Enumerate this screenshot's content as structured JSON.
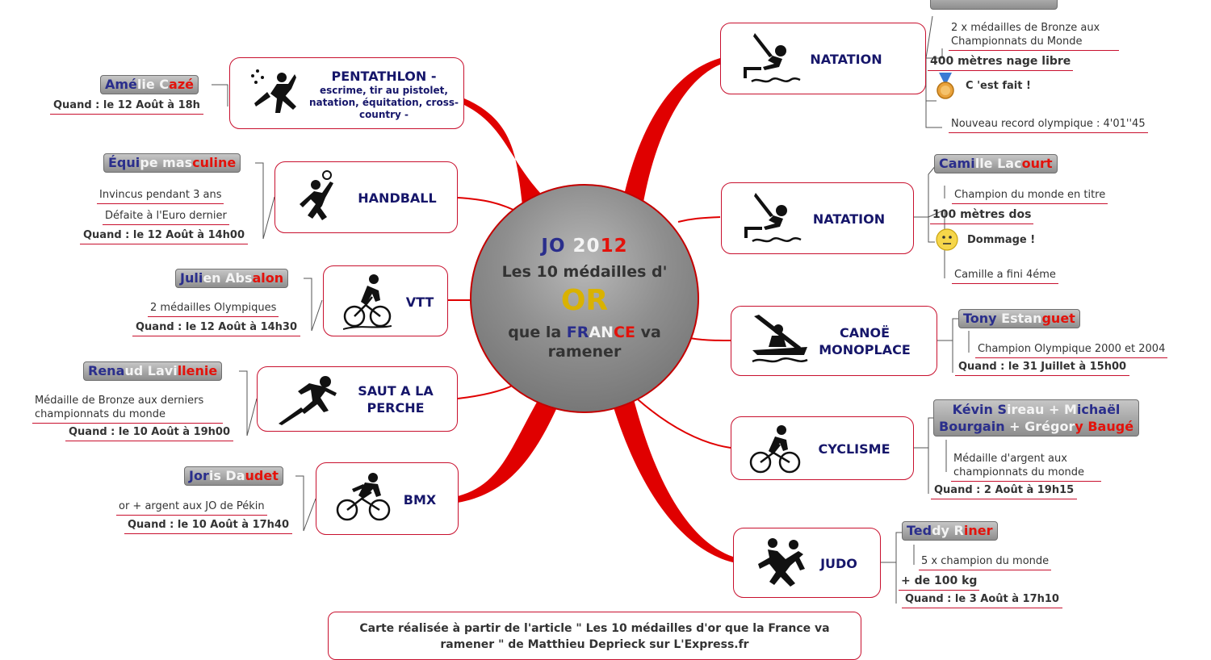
{
  "center": {
    "title_a": "JO",
    "title_b": "20",
    "title_c": "12",
    "line2": "Les 10 médailles d'",
    "line3": "OR",
    "line4_a": "que la",
    "line4_b": "FR",
    "line4_c": "AN",
    "line4_d": "CE",
    "line4_e": "va",
    "line5": "ramener"
  },
  "left": {
    "pentathlon": {
      "label_title": "PENTATHLON -",
      "label_detail": "escrime, tir au pistolet, natation, équitation, cross-country -",
      "athlete": {
        "a": "Amé",
        "b": "lie C",
        "c": "azé"
      },
      "when": "Quand : le 12 Août à 18h"
    },
    "handball": {
      "label": "HANDBALL",
      "athlete": {
        "a": "Équi",
        "b": "pe mas",
        "c": "culine"
      },
      "note1": "Invincus pendant 3 ans",
      "note2": "Défaite à l'Euro dernier",
      "when": "Quand : le 12 Août à 14h00"
    },
    "vtt": {
      "label": "VTT",
      "athlete": {
        "a": "Juli",
        "b": "en Abs",
        "c": "alon"
      },
      "note1": "2 médailles Olympiques",
      "when": "Quand : le 12 Août à 14h30"
    },
    "perche": {
      "label": "SAUT A LA PERCHE",
      "athlete": {
        "a": "Rena",
        "b": "ud Lavi",
        "c": "llenie"
      },
      "note1": "Médaille de Bronze aux derniers championnats du monde",
      "when": "Quand : le 10 Août à 19h00"
    },
    "bmx": {
      "label": "BMX",
      "athlete": {
        "a": "Jor",
        "b": "is Da",
        "c": "udet"
      },
      "note1": "or + argent aux JO de Pékin",
      "when": "Quand : le 10 Août à 17h40"
    }
  },
  "right": {
    "natation1": {
      "label": "NATATION",
      "note_top": "2 x médailles de Bronze aux Championnats du Monde",
      "event": "400 mètres nage libre",
      "status": "C 'est fait !",
      "note_bottom": "Nouveau record olympique : 4'01''45"
    },
    "natation2": {
      "label": "NATATION",
      "athlete": {
        "a": "Cami",
        "b": "lle Lac",
        "c": "ourt"
      },
      "note1": "Champion du monde en titre",
      "event": "100 mètres dos",
      "status": "Dommage !",
      "note2": "Camille a fini 4éme"
    },
    "canoe": {
      "label": "CANOË MONOPLACE",
      "athlete": {
        "a": "Tony",
        "b": " Estan",
        "c": "guet"
      },
      "note1": "Champion Olympique 2000 et 2004",
      "when": "Quand : le 31 Juillet à 15h00"
    },
    "cyclisme": {
      "label": "CYCLISME",
      "athlete": {
        "a": "Kévin S",
        "b": "ireau + M",
        "c": "ichaël",
        "d": "Bourgain",
        "e": " + Grégor",
        "f": "y Baugé"
      },
      "note1": "Médaille d'argent aux championnats du monde",
      "when": "Quand : 2 Août à 19h15"
    },
    "judo": {
      "label": "JUDO",
      "athlete": {
        "a": "Ted",
        "b": "dy R",
        "c": "iner"
      },
      "note1": "5 x champion du monde",
      "event": "+ de 100 kg",
      "when": "Quand : le 3 Août à 17h10"
    }
  },
  "footer": "Carte réalisée à partir de l'article \" Les 10 médailles d'or que la France va ramener \" de Matthieu Deprieck sur L'Express.fr",
  "colors": {
    "branch": "#e00000",
    "box_border": "#c8102e",
    "label": "#16166a",
    "gold": "#d9b200"
  }
}
